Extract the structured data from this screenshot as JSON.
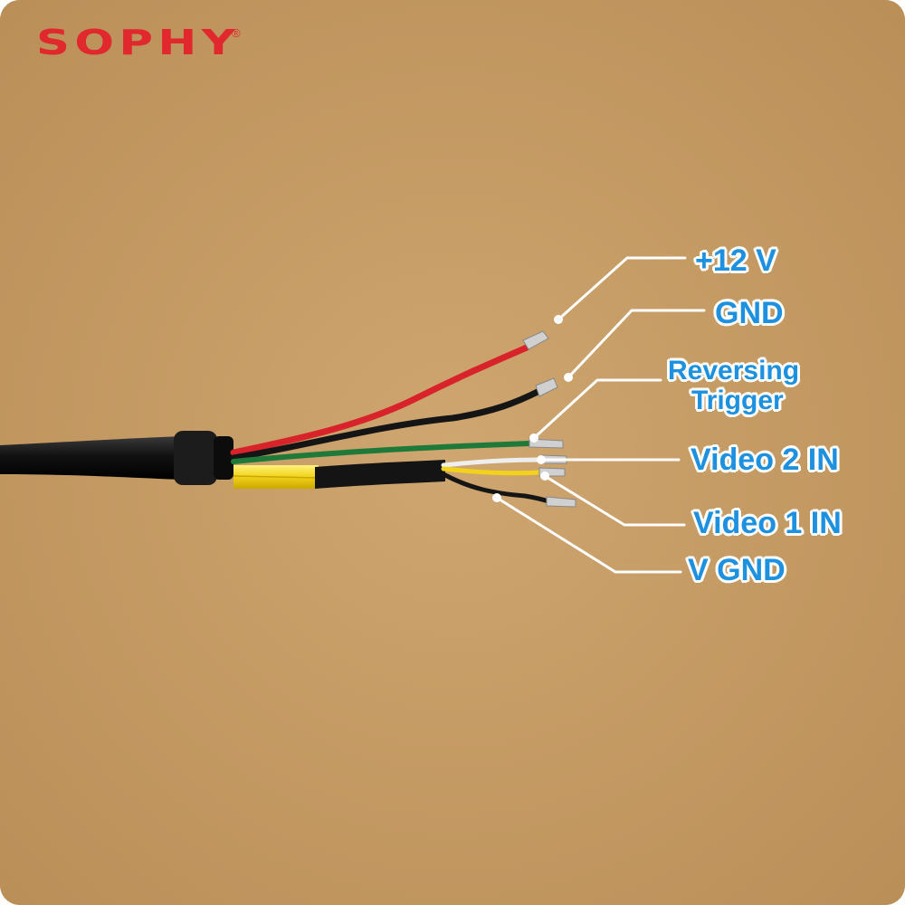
{
  "brand": {
    "name": "SOPHY",
    "registered_mark": "®",
    "color": "#e0282d"
  },
  "background_color": "#c8a06a",
  "label_color": "#1e90e0",
  "wire_labels": {
    "plus_12v": "+12 V",
    "gnd": "GND",
    "reversing_line1": "Reversing",
    "reversing_line2": "Trigger",
    "video2_in": "Video 2 IN",
    "video1_in": "Video 1 IN",
    "v_gnd": "V GND"
  },
  "wire_colors": {
    "red": "#d8232a",
    "black": "#151515",
    "green": "#1f7a3a",
    "white": "#eeeeee",
    "yellow": "#f2d21a"
  }
}
